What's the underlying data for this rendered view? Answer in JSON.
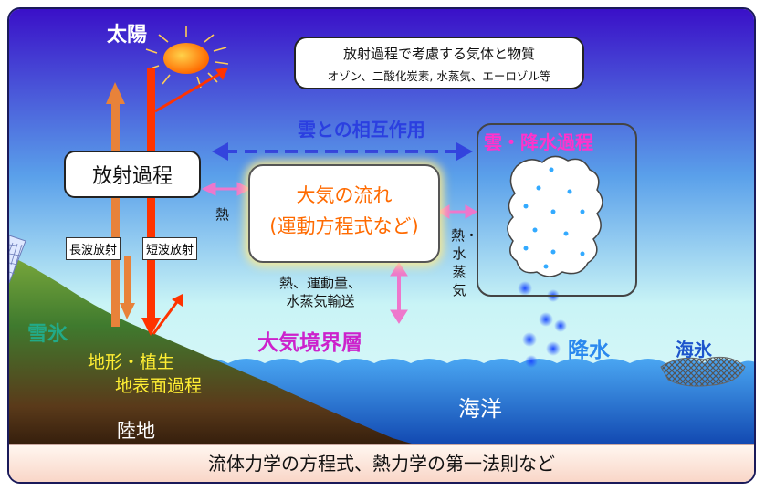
{
  "labels": {
    "sun": "太陽",
    "gases_title": "放射過程で考慮する気体と物質",
    "gases_list": "オゾン、二酸化炭素, 水蒸気、エーロゾル等",
    "cloud_interaction": "雲との相互作用",
    "cloud_precip_process": "雲・降水過程",
    "radiation_process": "放射過程",
    "atmos_flow_1": "大気の流れ",
    "atmos_flow_2": "(運動方程式など)",
    "heat": "熱",
    "heat_vapor": "熱・水蒸気",
    "longwave": "長波放射",
    "shortwave": "短波放射",
    "transport_1": "熱、運動量、",
    "transport_2": "水蒸気輸送",
    "boundary_layer": "大気境界層",
    "snow_ice": "雪氷",
    "terrain_1": "地形・植生",
    "terrain_2": "地表面過程",
    "land": "陸地",
    "precipitation": "降水",
    "sea_ice": "海氷",
    "ocean": "海洋",
    "bottom": "流体力学の方程式、熱力学の第一法則など"
  },
  "colors": {
    "sky_top": "#3a10c8",
    "sky_bottom": "#c9f4f6",
    "ocean": "#1f75d6",
    "land": "#5a8f3a",
    "shortwave_arrow": "#ff3300",
    "longwave_arrow": "#e8823a",
    "interaction_arrow": "#3344dd",
    "exchange_arrow": "#ee77cc"
  }
}
